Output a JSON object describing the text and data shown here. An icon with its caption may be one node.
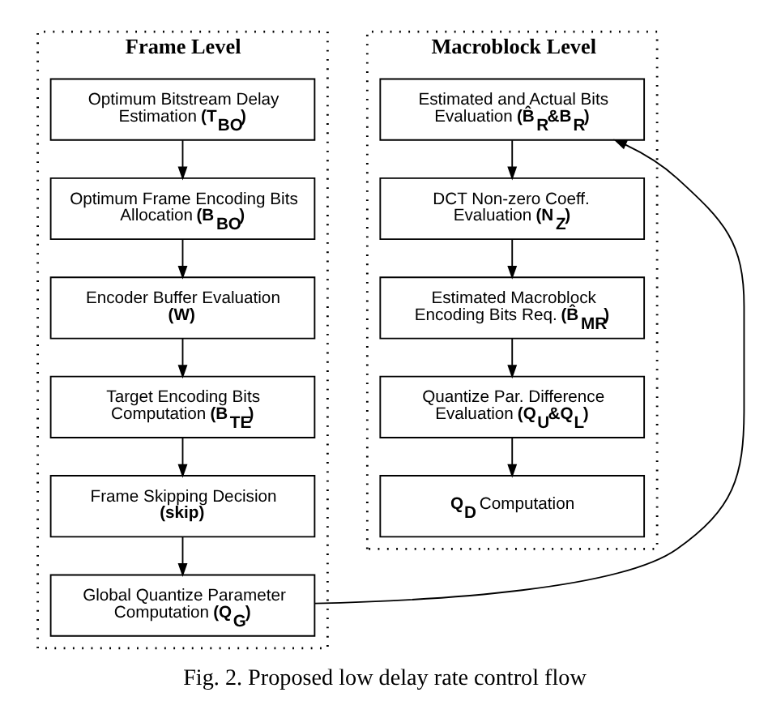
{
  "diagram": {
    "caption": "Fig. 2. Proposed low delay rate control flow",
    "nodes": [
      {
        "text": [
          "Frame Level"
        ]
      },
      {
        "text": [
          "Optimum Bitstream Delay Estimation **(T$_{BO}$)**"
        ],
        "in": 0
      },
      {
        "text": [
          "Optimum Frame Encoding Bits Allocation **(B$_{BO}$)**"
        ],
        "in": 0
      },
      {
        "text": [
          "Encoder Buffer Evaluation **(W)**"
        ],
        "in": 0
      },
      {
        "text": [
          "Target Encoding Bits Computation **(B$_{TE}$)**"
        ],
        "in": 0
      },
      {
        "text": [
          "Frame Skipping Decision **(skip)**"
        ],
        "in": 0
      },
      {
        "text": [
          "Global Quantize Parameter Computation **(Q$_{G}$)**"
        ],
        "in": 0
      },
      {
        "text": [
          "Macroblock Level"
        ]
      },
      {
        "text": [
          "Estimated and Actual Bits Evaluation **(B̂$_{R}$&B$_{R}$)**"
        ],
        "in": 7
      },
      {
        "text": [
          "DCT Non-zero Coeff. Evaluation **(N$_{Z}$)**"
        ],
        "in": 7
      },
      {
        "text": [
          "Estimated Macroblock Encoding Bits Req. **(B̂$_{MR}$)**"
        ],
        "in": 7
      },
      {
        "text": [
          "Quantize Par. Difference Evaluation **(Q$_{U}$&Q$_{L}$)**"
        ],
        "in": 7
      },
      {
        "text": [
          "**Q$_{D}$** Computation"
        ],
        "in": 7
      }
    ],
    "edges": [
      {
        "from": 1,
        "to": 2,
        "arrow": "to"
      },
      {
        "from": 2,
        "to": 3,
        "arrow": "to"
      },
      {
        "from": 3,
        "to": 4,
        "arrow": "to"
      },
      {
        "from": 4,
        "to": 5,
        "arrow": "to"
      },
      {
        "from": 5,
        "to": 6,
        "arrow": "to"
      },
      {
        "from": 6,
        "to": 8,
        "arrow": "to"
      },
      {
        "from": 8,
        "to": 9,
        "arrow": "to"
      },
      {
        "from": 9,
        "to": 10,
        "arrow": "to"
      },
      {
        "from": 10,
        "to": 11,
        "arrow": "to"
      },
      {
        "from": 11,
        "to": 12,
        "arrow": "to"
      }
    ]
  }
}
